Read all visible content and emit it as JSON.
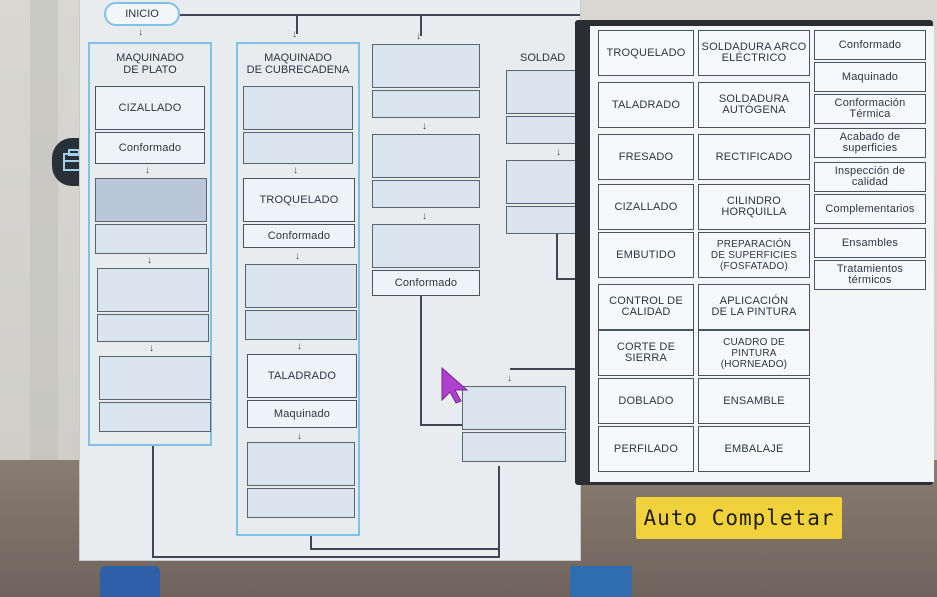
{
  "start_label": "INICIO",
  "columns": {
    "c1": {
      "header": "MAQUINADO\nDE PLATO",
      "items": [
        "CIZALLADO",
        "Conformado"
      ]
    },
    "c2": {
      "header": "MAQUINADO\nDE CUBRECADENA",
      "items": [
        "TROQUELADO",
        "Conformado",
        "TALADRADO",
        "Maquinado"
      ]
    },
    "c3": {
      "items": [
        "Conformado"
      ]
    },
    "c4": {
      "header": "SOLDAD"
    }
  },
  "palette": {
    "left": [
      "TROQUELADO",
      "TALADRADO",
      "FRESADO",
      "CIZALLADO",
      "EMBUTIDO",
      "CONTROL DE\nCALIDAD",
      "CORTE DE\nSIERRA",
      "DOBLADO",
      "PERFILADO"
    ],
    "middle": [
      "SOLDADURA ARCO\nELÉCTRICO",
      "SOLDADURA\nAUTÓGENA",
      "RECTIFICADO",
      "CILINDRO\nHORQUILLA",
      "PREPARACIÓN\nDE SUPERFICIES\n(FOSFATADO)",
      "APLICACIÓN\nDE LA PINTURA",
      "CUADRO DE\nPINTURA\n(HORNEADO)",
      "ENSAMBLE",
      "EMBALAJE"
    ],
    "right": [
      "Conformado",
      "Maquinado",
      "Conformación\nTérmica",
      "Acabado de\nsuperficies",
      "Inspección de\ncalidad",
      "Complementarios",
      "Ensambles",
      "Tratamientos\ntérmicos"
    ]
  },
  "auto_complete_label": "Auto Completar",
  "colors": {
    "frame": "#7fc2e8",
    "button": "#f2d23a",
    "panel": "#2a2e33"
  }
}
